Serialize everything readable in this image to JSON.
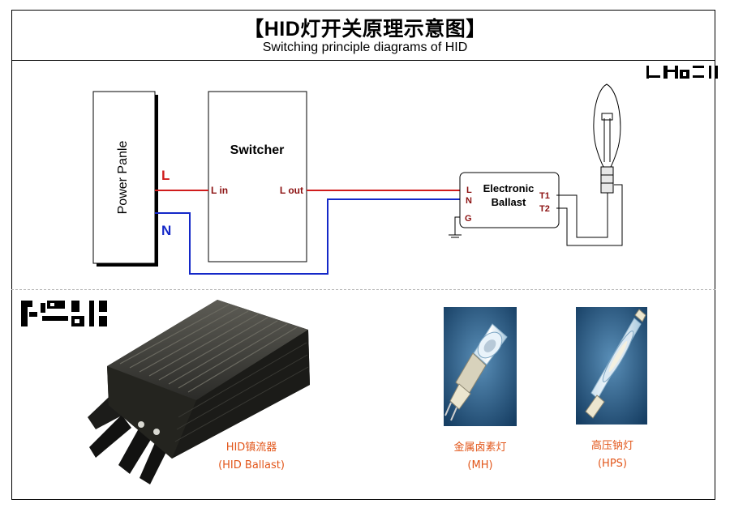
{
  "title_cn": "【HID灯开关原理示意图】",
  "title_en": "Switching principle diagrams of HID",
  "power_panel": {
    "label": "Power Panle"
  },
  "switcher": {
    "label": "Switcher",
    "lin": "L in",
    "lout": "L out"
  },
  "wires": {
    "L": "L",
    "N": "N",
    "L_color": "#d01c1c",
    "N_color": "#1428c8"
  },
  "ballast_box": {
    "line1": "Electronic",
    "line2": "Ballast",
    "pin_L": "L",
    "pin_N": "N",
    "pin_G": "G",
    "t1": "T1",
    "t2": "T2"
  },
  "products": [
    {
      "name_cn": "HID镇流器",
      "name_en": "(HID Ballast)"
    },
    {
      "name_cn": "金属卤素灯",
      "name_en": "(MH)"
    },
    {
      "name_cn": "高压钠灯",
      "name_en": "(HPS)"
    }
  ],
  "colors": {
    "caption": "#e2561a",
    "pin_label": "#8b1010"
  }
}
